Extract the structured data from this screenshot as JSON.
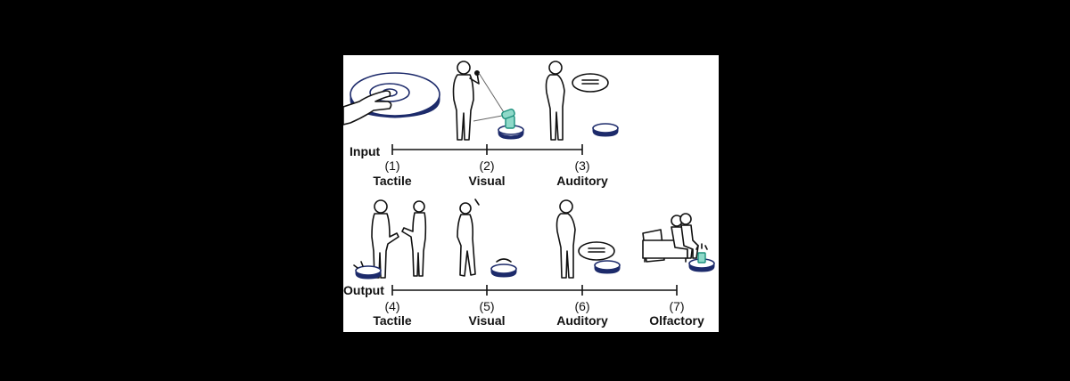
{
  "rows": {
    "input": {
      "label": "Input",
      "items": [
        {
          "number": "(1)",
          "sense": "Tactile"
        },
        {
          "number": "(2)",
          "sense": "Visual"
        },
        {
          "number": "(3)",
          "sense": "Auditory"
        }
      ]
    },
    "output": {
      "label": "Output",
      "items": [
        {
          "number": "(4)",
          "sense": "Tactile"
        },
        {
          "number": "(5)",
          "sense": "Visual"
        },
        {
          "number": "(6)",
          "sense": "Auditory"
        },
        {
          "number": "(7)",
          "sense": "Olfactory"
        }
      ]
    }
  },
  "colors": {
    "background": "#000000",
    "panel": "#ffffff",
    "robot": "#1d2b6b",
    "accent": "#8fd9c9"
  },
  "icons": [
    "robot-vacuum-icon",
    "person-icon",
    "speech-bubble-icon",
    "hand-icon",
    "sofa-icon",
    "gesture-camera-icon",
    "scent-emitter-icon"
  ]
}
